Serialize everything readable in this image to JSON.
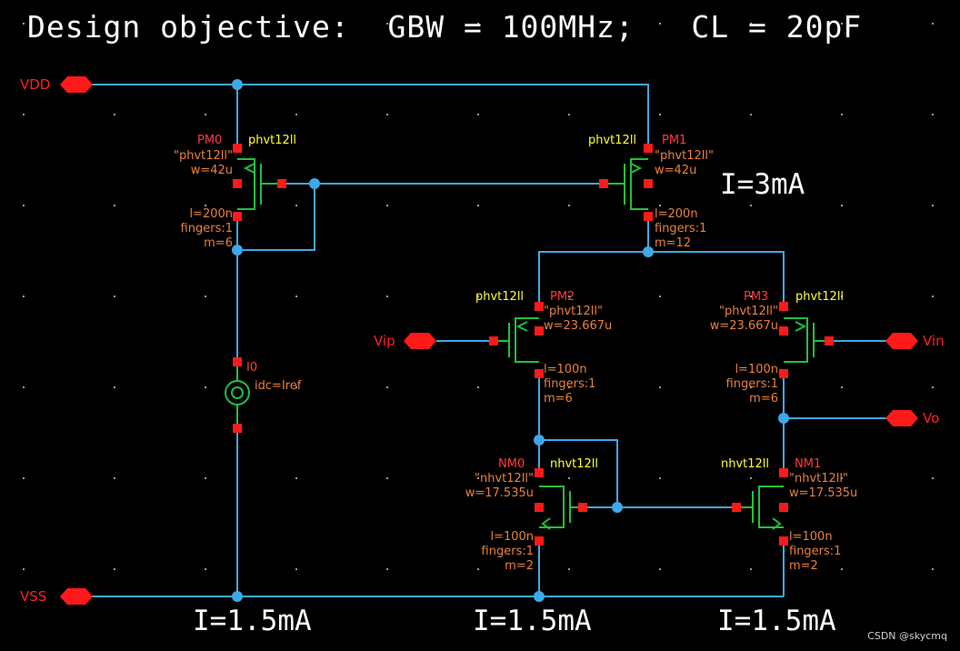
{
  "title": "Design objective:  GBW = 100MHz;   CL = 20pF",
  "pins": {
    "vdd": "VDD",
    "vss": "VSS",
    "vip": "Vip",
    "vin": "Vin",
    "vo": "Vo"
  },
  "currents": {
    "pm1": "I=3mA",
    "left": "I=1.5mA",
    "mid": "I=1.5mA",
    "right": "I=1.5mA"
  },
  "devices": {
    "pm0": {
      "name": "PM0",
      "model": "phvt12ll",
      "params": "\"phvt12ll\"\nw=42u\n\n\nl=200n\nfingers:1\nm=6"
    },
    "pm1": {
      "name": "PM1",
      "model": "phvt12ll",
      "params": "\"phvt12ll\"\nw=42u\n\n\nl=200n\nfingers:1\nm=12"
    },
    "pm2": {
      "name": "PM2",
      "model": "phvt12ll",
      "params": "\"phvt12ll\"\nw=23.667u\n\n\nl=100n\nfingers:1\nm=6"
    },
    "pm3": {
      "name": "PM3",
      "model": "phvt12ll",
      "params": "\"phvt12ll\"\nw=23.667u\n\n\nl=100n\nfingers:1\nm=6"
    },
    "nm0": {
      "name": "NM0",
      "model": "nhvt12ll",
      "params": "\"nhvt12ll\"\nw=17.535u\n\n\nl=100n\nfingers:1\nm=2"
    },
    "nm1": {
      "name": "NM1",
      "model": "nhvt12ll",
      "params": "\"nhvt12ll\"\nw=17.535u\n\n\nl=100n\nfingers:1\nm=2"
    },
    "i0": {
      "name": "I0",
      "params": "idc=Iref"
    }
  },
  "watermark": "CSDN @skycmq",
  "colors": {
    "wire": "#3fa8e6",
    "device": "#1fc040",
    "pin": "#ff1a1a",
    "dot": "#3fa8e6"
  }
}
